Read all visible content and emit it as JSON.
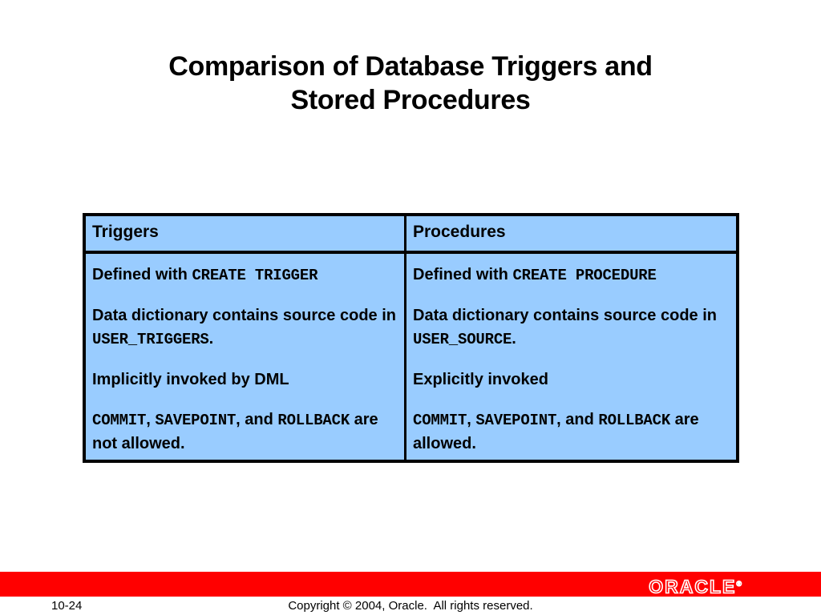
{
  "slide": {
    "title_line1": "Comparison of Database Triggers and",
    "title_line2": "Stored Procedures"
  },
  "table": {
    "headers": {
      "left": "Triggers",
      "right": "Procedures"
    },
    "triggers": {
      "p1_text1": "Defined with ",
      "p1_code1": "CREATE TRIGGER",
      "p2_text1": "Data dictionary contains source code in ",
      "p2_code1": "USER_TRIGGERS",
      "p2_text2": ".",
      "p3_text1": "Implicitly invoked by DML",
      "p4_code1": "COMMIT",
      "p4_text1": ", ",
      "p4_code2": "SAVEPOINT",
      "p4_text2": ", and ",
      "p4_code3": "ROLLBACK",
      "p4_text3": " are not allowed."
    },
    "procedures": {
      "p1_text1": "Defined with ",
      "p1_code1": "CREATE PROCEDURE",
      "p2_text1": "Data dictionary contains source code in ",
      "p2_code1": "USER_SOURCE",
      "p2_text2": ".",
      "p3_text1": "Explicitly invoked",
      "p4_code1": "COMMIT",
      "p4_text1": ", ",
      "p4_code2": "SAVEPOINT",
      "p4_text2": ", and ",
      "p4_code3": "ROLLBACK",
      "p4_text3": " are allowed."
    },
    "colors": {
      "fill": "#99CCFF",
      "border": "#000000"
    }
  },
  "footer": {
    "page_number": "10-24",
    "copyright": "Copyright © 2004, Oracle.  All rights reserved.",
    "logo_text": "ORACLE",
    "logo_tm": "®",
    "bar_color": "#FF0000"
  }
}
